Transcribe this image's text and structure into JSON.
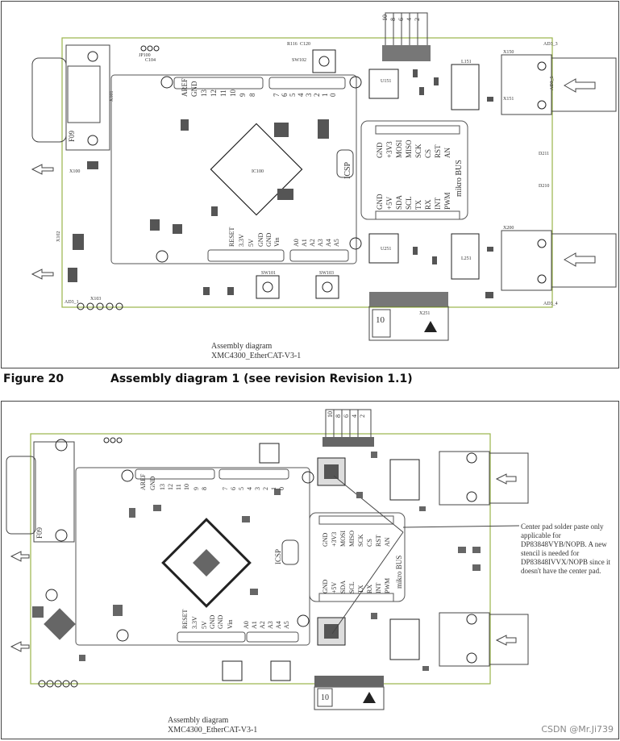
{
  "figure1": {
    "number": "Figure 20",
    "title": "Assembly diagram 1 (see revision Revision 1.1)",
    "assembly_label_line1": "Assembly diagram",
    "assembly_label_line2": "XMC4300_EtherCAT-V3-1",
    "connector_pins_top": [
      "10",
      "8",
      "6",
      "4",
      "2"
    ],
    "header_top_labels": [
      "AREF",
      "GND",
      "13",
      "12",
      "11",
      "10",
      "9",
      "8",
      "7",
      "6",
      "5",
      "4",
      "3",
      "2",
      "1",
      "0"
    ],
    "header_bottom_labels": [
      "RESET",
      "3.3V",
      "5V",
      "GND",
      "GND",
      "Vin",
      "A0",
      "A1",
      "A2",
      "A3",
      "A4",
      "A5"
    ],
    "mikrobus_left": [
      "GND",
      "+3V3",
      "MOSI",
      "MISO",
      "SCK",
      "CS",
      "RST",
      "AN"
    ],
    "mikrobus_right": [
      "GND",
      "+5V",
      "SDA",
      "SCL",
      "TX",
      "RX",
      "INT",
      "PWM"
    ],
    "mikrobus_label": "mikro BUS",
    "icsp_label": "ICSP",
    "f09_label": "F09",
    "ref_labels": [
      "X101",
      "X150",
      "X151",
      "X200",
      "X251",
      "X100",
      "X102",
      "IC100",
      "U151",
      "U251",
      "SW101",
      "SW102",
      "SW103",
      "D211",
      "D210",
      "AD3_3",
      "AD3_4",
      "AD3_5",
      "AD3_1",
      "X103",
      "JP100",
      "C104",
      "L151",
      "L251",
      "R116",
      "C120"
    ],
    "box_label": "10"
  },
  "figure2": {
    "assembly_label_line1": "Assembly diagram",
    "assembly_label_line2": "XMC4300_EtherCAT-V3-1",
    "connector_pins_top": [
      "10",
      "8",
      "6",
      "4",
      "2"
    ],
    "header_top_labels": [
      "AREF",
      "GND",
      "13",
      "12",
      "11",
      "10",
      "9",
      "8",
      "7",
      "6",
      "5",
      "4",
      "3",
      "2",
      "1",
      "0"
    ],
    "header_bottom_labels": [
      "RESET",
      "3.3V",
      "5V",
      "GND",
      "GND",
      "Vin",
      "A0",
      "A1",
      "A2",
      "A3",
      "A4",
      "A5"
    ],
    "mikrobus_left": [
      "GND",
      "+3V3",
      "MOSI",
      "MISO",
      "SCK",
      "CS",
      "RST",
      "AN"
    ],
    "mikrobus_right": [
      "GND",
      "+5V",
      "SDA",
      "SCL",
      "TX",
      "RX",
      "INT",
      "PWM"
    ],
    "mikrobus_label": "mikro BUS",
    "icsp_label": "ICSP",
    "f09_label": "F09",
    "box_label": "10",
    "note": "Center pad solder paste only applicable for DP83848VYB/NOPB. A new stencil is needed for DP83848IVVX/NOPB since it doesn't have the center pad."
  },
  "watermark": "CSDN @Mr.Ji739"
}
